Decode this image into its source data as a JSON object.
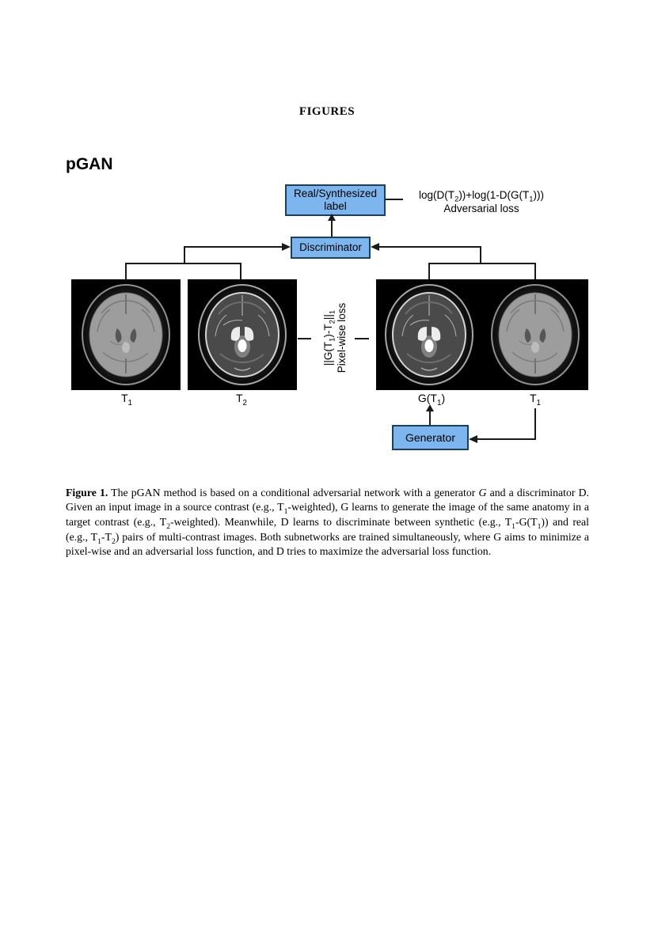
{
  "page": {
    "heading": "FIGURES"
  },
  "figure": {
    "method_label": "pGAN",
    "label_box": {
      "line1": "Real/Synthesized",
      "line2": "label"
    },
    "discriminator_label": "Discriminator",
    "generator_label": "Generator",
    "adversarial_formula": [
      {
        "t": "log(D(T"
      },
      {
        "t": "2",
        "sub": true
      },
      {
        "t": "))+log(1-D(G(T"
      },
      {
        "t": "1",
        "sub": true
      },
      {
        "t": ")))"
      }
    ],
    "adversarial_caption": "Adversarial loss",
    "pixelwise_formula": [
      {
        "t": "||G(T"
      },
      {
        "t": "1",
        "sub": true
      },
      {
        "t": ")-T"
      },
      {
        "t": "2",
        "sub": true
      },
      {
        "t": "||"
      },
      {
        "t": "1",
        "sub": true
      }
    ],
    "pixelwise_caption": "Pixel-wise loss",
    "image_labels": {
      "img1": [
        {
          "t": "T"
        },
        {
          "t": "1",
          "sub": true
        }
      ],
      "img2": [
        {
          "t": "T"
        },
        {
          "t": "2",
          "sub": true
        }
      ],
      "img3": [
        {
          "t": "G(T"
        },
        {
          "t": "1",
          "sub": true
        },
        {
          "t": ")"
        }
      ],
      "img4": [
        {
          "t": "T"
        },
        {
          "t": "1",
          "sub": true
        }
      ]
    },
    "colors": {
      "box_fill": "#7db6ee",
      "box_border": "#1c3f5e",
      "line": "#1a1a1a"
    }
  },
  "caption": {
    "segments": [
      {
        "t": "Figure 1.",
        "b": true
      },
      {
        "t": " The pGAN method is based on a conditional adversarial network with a generator "
      },
      {
        "t": "G",
        "i": true
      },
      {
        "t": " and a discriminator D. Given an input image in a source contrast (e.g., T"
      },
      {
        "t": "1",
        "sub": true
      },
      {
        "t": "-weighted), G learns to generate the image of the same anatomy in a target contrast (e.g., T"
      },
      {
        "t": "2",
        "sub": true
      },
      {
        "t": "-weighted). Meanwhile, D learns to discriminate between synthetic (e.g., T"
      },
      {
        "t": "1",
        "sub": true
      },
      {
        "t": "-G(T"
      },
      {
        "t": "1",
        "sub": true
      },
      {
        "t": ")) and real (e.g., T"
      },
      {
        "t": "1",
        "sub": true
      },
      {
        "t": "-T"
      },
      {
        "t": "2",
        "sub": true
      },
      {
        "t": ") pairs of multi-contrast images. Both subnetworks are trained simultaneously, where G aims to minimize a pixel-wise and an adversarial loss function, and D tries to maximize the adversarial loss function."
      }
    ]
  }
}
